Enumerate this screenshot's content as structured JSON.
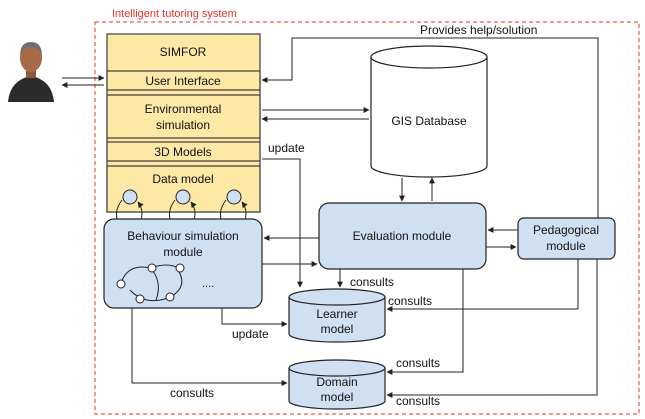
{
  "frame": {
    "title": "Intelligent tutoring system",
    "color": "#e8302a"
  },
  "simfor": {
    "title": "SIMFOR",
    "user_interface": "User Interface",
    "environmental_simulation_line1": "Environmental",
    "environmental_simulation_line2": "simulation",
    "models_3d": "3D Models",
    "data_model": "Data model",
    "fill": "#fde8a6",
    "border": "#3c3c3c"
  },
  "gis_database": "GIS Database",
  "behaviour_module_line1": "Behaviour simulation",
  "behaviour_module_line2": "module",
  "behaviour_ellipsis": "....",
  "evaluation_module": "Evaluation module",
  "pedagogical_module_line1": "Pedagogical",
  "pedagogical_module_line2": "module",
  "learner_model_line1": "Learner",
  "learner_model_line2": "model",
  "domain_model_line1": "Domain",
  "domain_model_line2": "model",
  "module_fill": "#cfe0f3",
  "labels": {
    "provides_help": "Provides help/solution",
    "update_top": "update",
    "update_bottom": "update",
    "consults_eval_learner": "consults",
    "consults_ped_learner": "consults",
    "consults_eval_domain": "consults",
    "consults_behav_domain": "consults",
    "consults_ped_domain": "consults"
  },
  "icons": {
    "user": "user-avatar-icon"
  }
}
